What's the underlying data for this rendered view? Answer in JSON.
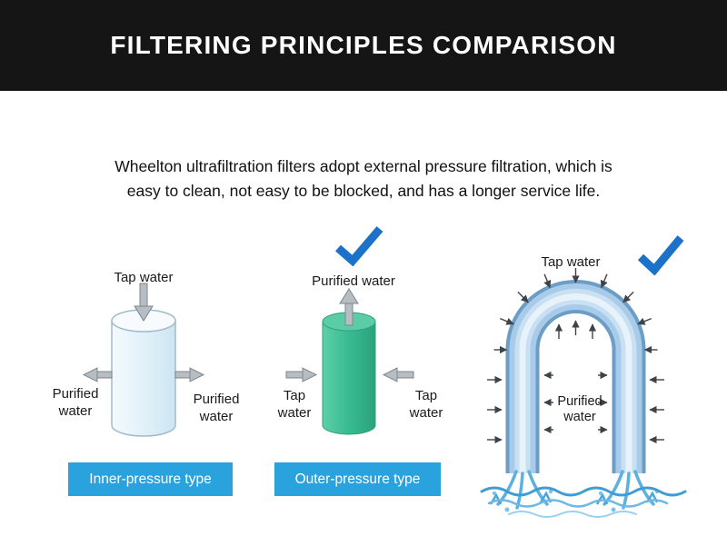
{
  "header": {
    "title": "FILTERING PRINCIPLES COMPARISON"
  },
  "intro": {
    "line1": "Wheelton ultrafiltration filters adopt external pressure filtration, which is",
    "line2": "easy to clean, not easy to be blocked, and has a longer service life."
  },
  "inner_diagram": {
    "top_label": "Tap water",
    "left_label": [
      "Purified",
      "water"
    ],
    "right_label": [
      "Purified",
      "water"
    ],
    "button_label": "Inner-pressure type"
  },
  "outer_diagram": {
    "top_label": "Purified water",
    "left_label": [
      "Tap",
      "water"
    ],
    "right_label": [
      "Tap",
      "water"
    ],
    "button_label": "Outer-pressure type"
  },
  "utube_diagram": {
    "top_label": "Tap water",
    "center_label": [
      "Purified",
      "water"
    ]
  },
  "colors": {
    "banner_bg": "#151515",
    "title_text": "#ffffff",
    "intro_text": "#111111",
    "type_button_bg": "#2aa2dd",
    "type_button_text": "#ffffff",
    "checkmark_blue": "#1c72c8",
    "inner_cylinder_fill": "#e4f1f9",
    "outer_cylinder_fill": "#3cbc92",
    "tube_fill": "#a8cbe9",
    "water_blue": "#3f9dd6",
    "arrow_gray": "#b6bdc3"
  }
}
